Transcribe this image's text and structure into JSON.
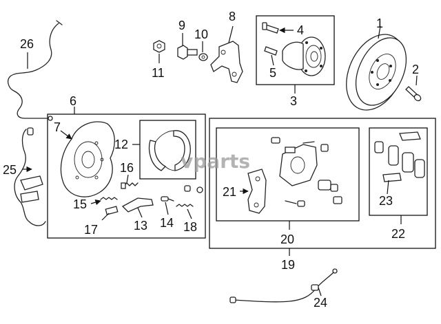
{
  "watermark": "vparts",
  "callouts": {
    "c1": "1",
    "c2": "2",
    "c3": "3",
    "c4": "4",
    "c5": "5",
    "c6": "6",
    "c7": "7",
    "c8": "8",
    "c9": "9",
    "c10": "10",
    "c11": "11",
    "c12": "12",
    "c13": "13",
    "c14": "14",
    "c15": "15",
    "c16": "16",
    "c17": "17",
    "c18": "18",
    "c19": "19",
    "c20": "20",
    "c21": "21",
    "c22": "22",
    "c23": "23",
    "c24": "24",
    "c25": "25",
    "c26": "26"
  }
}
